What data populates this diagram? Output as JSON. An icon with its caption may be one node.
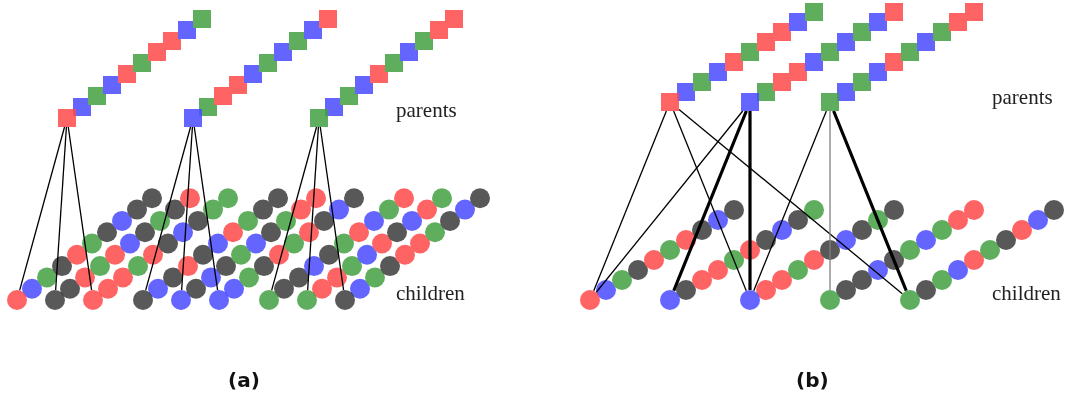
{
  "diagram": {
    "nodes": [
      {
        "text": [],
        "shape": "box"
      },
      {
        "text": [],
        "shape": "box"
      },
      {
        "text": [],
        "shape": "box"
      },
      {
        "text": [],
        "shape": "circle"
      },
      {
        "text": [],
        "shape": "circle"
      },
      {
        "text": [],
        "shape": "circle"
      },
      {
        "text": [],
        "shape": "circle"
      },
      {
        "text": [],
        "shape": "circle"
      },
      {
        "text": [],
        "shape": "circle"
      },
      {
        "text": [],
        "shape": "circle"
      },
      {
        "text": [],
        "shape": "circle"
      },
      {
        "text": [],
        "shape": "circle"
      },
      {
        "text": [],
        "shape": "box"
      },
      {
        "text": [],
        "shape": "box"
      },
      {
        "text": [],
        "shape": "box"
      },
      {
        "text": [],
        "shape": "circle"
      },
      {
        "text": [],
        "shape": "circle"
      },
      {
        "text": [],
        "shape": "circle"
      },
      {
        "text": [],
        "shape": "circle"
      },
      {
        "text": [],
        "shape": "circle"
      }
    ],
    "edges": [
      {
        "from": 0,
        "to": 3,
        "arrow": "none"
      },
      {
        "from": 0,
        "to": 4,
        "arrow": "none"
      },
      {
        "from": 0,
        "to": 5,
        "arrow": "none"
      },
      {
        "from": 1,
        "to": 6,
        "arrow": "none"
      },
      {
        "from": 1,
        "to": 7,
        "arrow": "none"
      },
      {
        "from": 1,
        "to": 8,
        "arrow": "none"
      },
      {
        "from": 2,
        "to": 9,
        "arrow": "none"
      },
      {
        "from": 2,
        "to": 10,
        "arrow": "none"
      },
      {
        "from": 2,
        "to": 11,
        "arrow": "none"
      },
      {
        "from": 12,
        "to": 15,
        "arrow": "none"
      },
      {
        "from": 12,
        "to": 17,
        "arrow": "none"
      },
      {
        "from": 12,
        "to": 19,
        "arrow": "none"
      },
      {
        "from": 13,
        "to": 15,
        "arrow": "none"
      },
      {
        "from": 13,
        "to": 16,
        "arrow": "none",
        "style": "thick"
      },
      {
        "from": 13,
        "to": 17,
        "arrow": "none",
        "style": "thick"
      },
      {
        "from": 14,
        "to": 17,
        "arrow": "none"
      },
      {
        "from": 14,
        "to": 18,
        "arrow": "none",
        "color": "#808080"
      },
      {
        "from": 14,
        "to": 19,
        "arrow": "none",
        "style": "thick"
      }
    ],
    "labels": [
      "parents",
      "children",
      "(a)",
      "parents",
      "children",
      "(b)"
    ]
  }
}
